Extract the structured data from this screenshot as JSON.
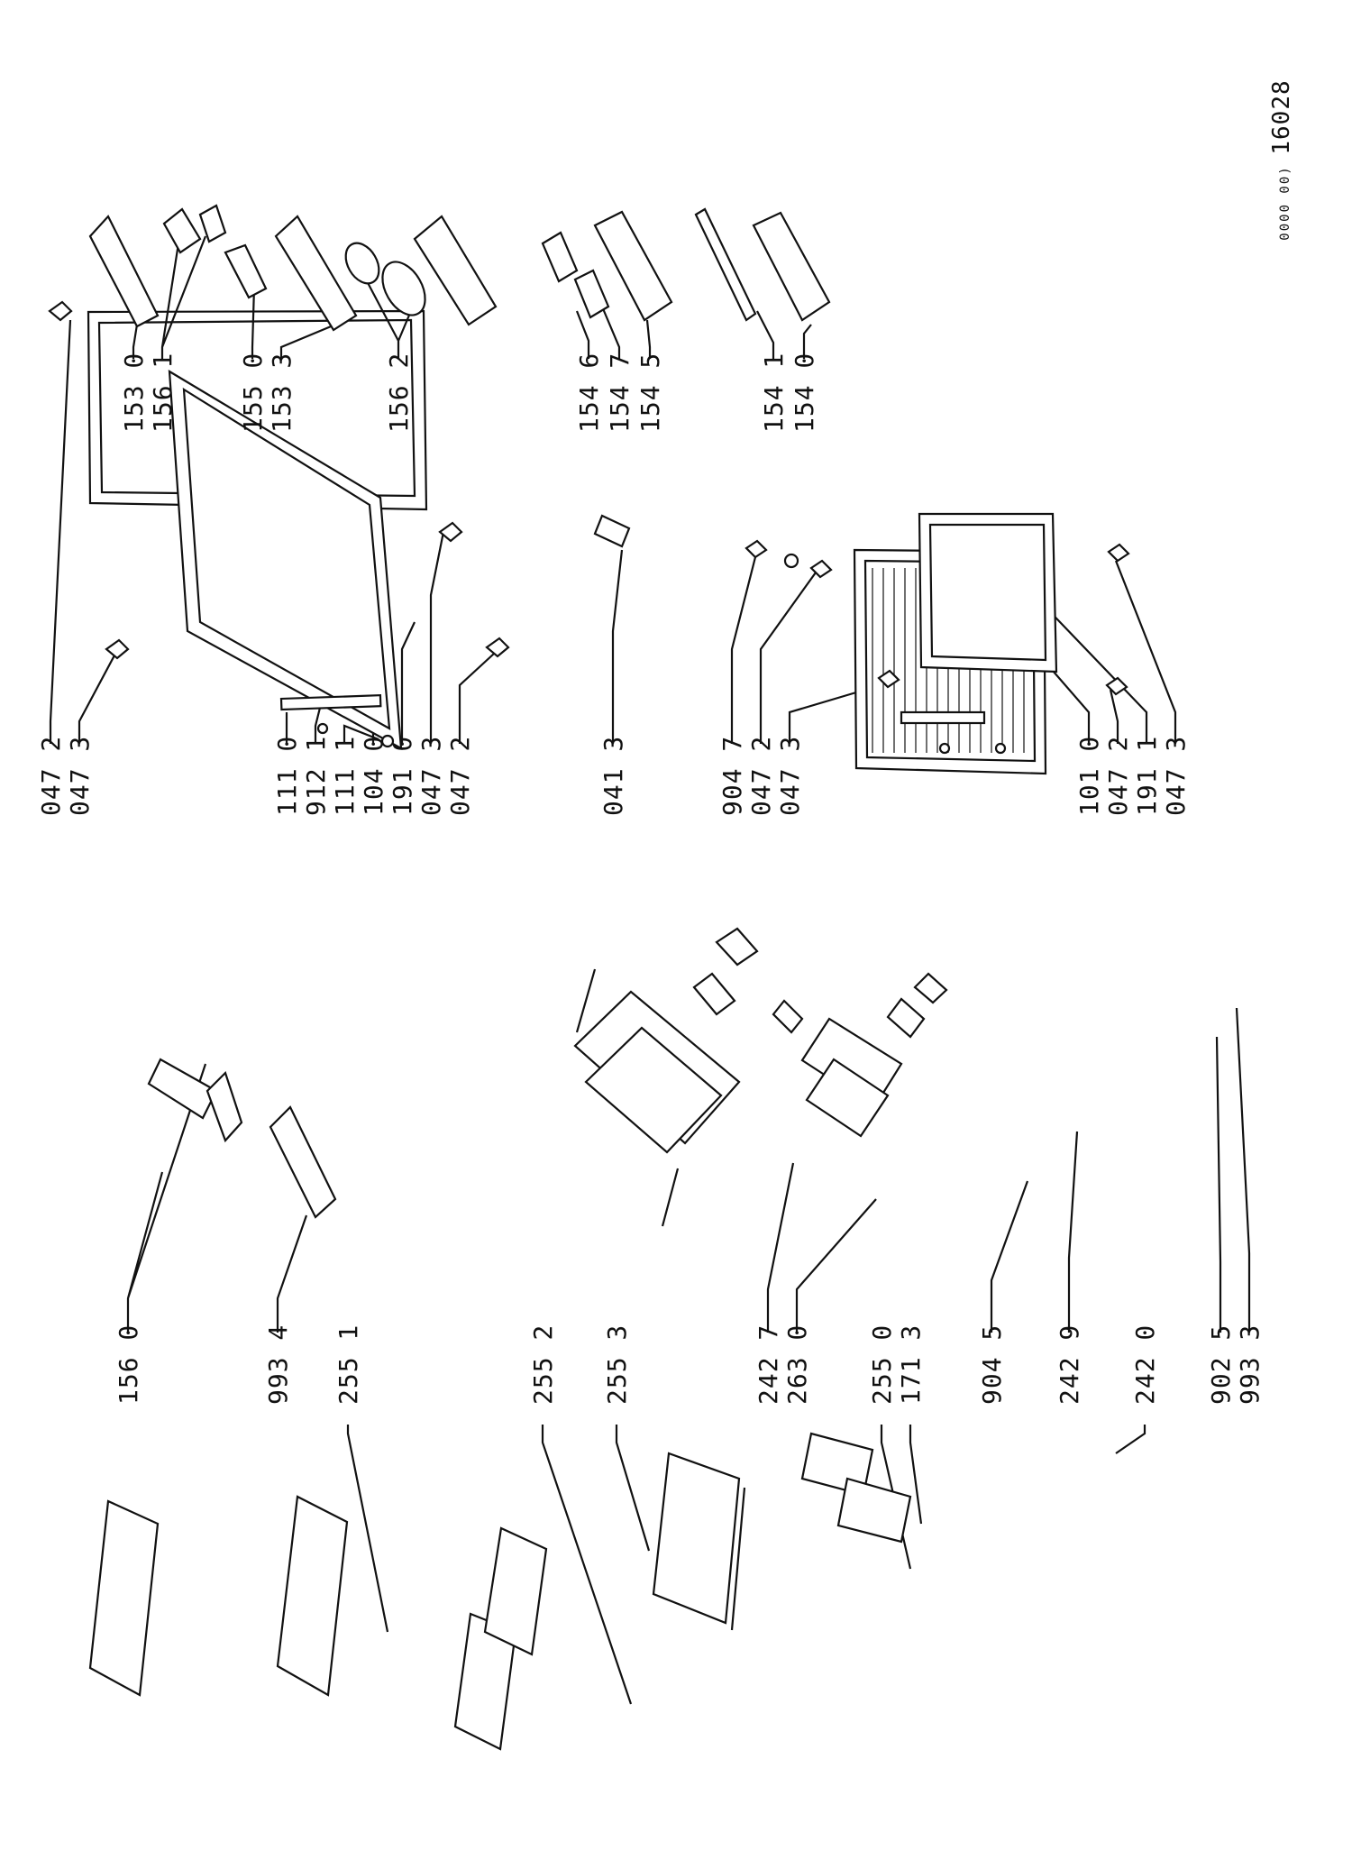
{
  "document": {
    "sheet_number": "16028",
    "code_prefix": "0000 00)"
  },
  "parts": {
    "p0472a": "047 2",
    "p0473a": "047 3",
    "p1110": "111 0",
    "p9121": "912 1",
    "p1111": "111 1",
    "p1040": "104 0",
    "p1910": "191 0",
    "p0473b": "047 3",
    "p0472b": "047 2",
    "p0413": "041 3",
    "p9047": "904 7",
    "p0472c": "047 2",
    "p0473c": "047 3",
    "p1010": "101 0",
    "p0472d": "047 2",
    "p1911": "191 1",
    "p0473d": "047 3",
    "p1530": "153 0",
    "p1561": "156 1",
    "p1550": "155 0",
    "p1533": "153 3",
    "p1562": "156 2",
    "p1546": "154 6",
    "p1547": "154 7",
    "p1545": "154 5",
    "p1541": "154 1",
    "p1540": "154 0",
    "p1560": "156 0",
    "p9934": "993 4",
    "p2551": "255 1",
    "p2552": "255 2",
    "p2553": "255 3",
    "p2427": "242 7",
    "p2630": "263 0",
    "p2550": "255 0",
    "p1713": "171 3",
    "p9045": "904 5",
    "p2429": "242 9",
    "p2420": "242 0",
    "p9025": "902 5",
    "p9933": "993 3"
  }
}
